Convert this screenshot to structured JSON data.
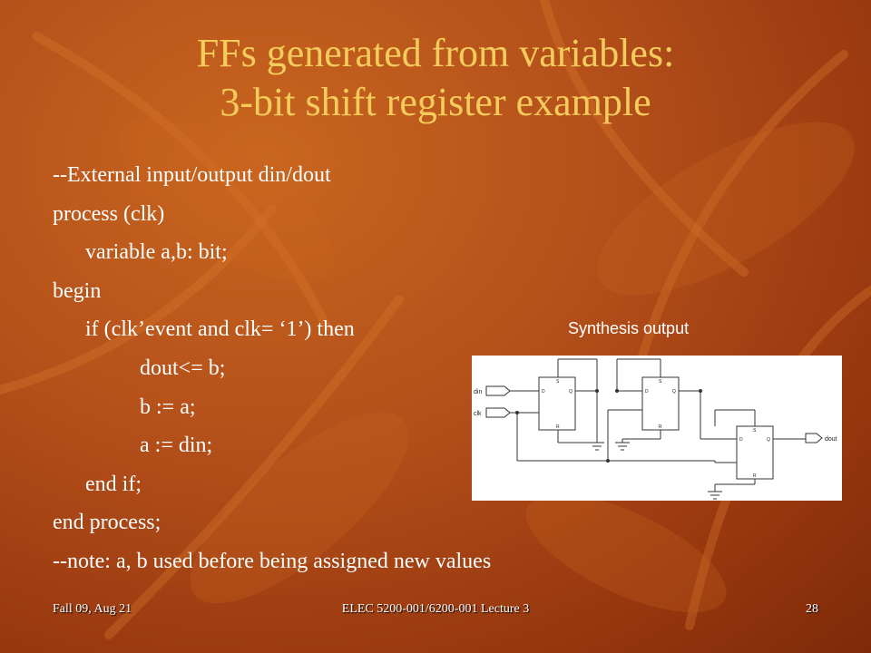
{
  "slide": {
    "title_line1": "FFs generated from variables:",
    "title_line2": "3-bit shift register example",
    "code_lines": [
      "--External input/output din/dout",
      "process (clk)",
      "variable a,b: bit;",
      "begin",
      "if (clk’event and clk= ‘1’) then",
      "dout<= b;",
      "b := a;",
      "a := din;",
      "end if;",
      "end process;",
      "--note: a, b used before being assigned new values"
    ],
    "synthesis_label": "Synthesis output",
    "schematic": {
      "input_din": "din",
      "input_clk": "clk",
      "output_dout": "dout",
      "pin_d": "D",
      "pin_q": "Q",
      "pin_s": "S",
      "pin_r": "R"
    }
  },
  "footer": {
    "left": "Fall 09, Aug 21",
    "center": "ELEC 5200-001/6200-001 Lecture 3",
    "page": "28"
  },
  "colors": {
    "title": "#f3cc5c",
    "text": "#ffffff",
    "background": "#b4501a"
  }
}
